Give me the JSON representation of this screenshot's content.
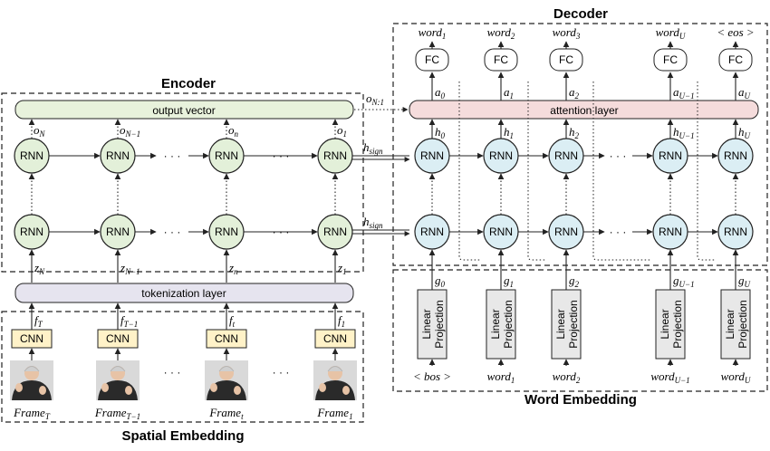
{
  "titles": {
    "encoder": "Encoder",
    "decoder": "Decoder",
    "spatial": "Spatial Embedding",
    "word_embedding": "Word Embedding"
  },
  "blocks": {
    "output_vector": "output vector",
    "attention_layer": "attention layer",
    "tokenization_layer": "tokenization layer",
    "rnn": "RNN",
    "cnn": "CNN",
    "fc": "FC",
    "linear_projection_line1": "Linear",
    "linear_projection_line2": "Projection"
  },
  "encoder": {
    "outputs": [
      {
        "base": "o",
        "sub": "N"
      },
      {
        "base": "o",
        "sub": "N−1"
      },
      {
        "base": "o",
        "sub": "n"
      },
      {
        "base": "o",
        "sub": "1"
      }
    ],
    "z": [
      {
        "base": "z",
        "sub": "N"
      },
      {
        "base": "z",
        "sub": "N−1"
      },
      {
        "base": "z",
        "sub": "n"
      },
      {
        "base": "z",
        "sub": "1"
      }
    ],
    "f": [
      {
        "base": "f",
        "sub": "T"
      },
      {
        "base": "f",
        "sub": "T−1"
      },
      {
        "base": "f",
        "sub": "t"
      },
      {
        "base": "f",
        "sub": "1"
      }
    ],
    "frames": [
      {
        "base": "Frame",
        "sub": "T"
      },
      {
        "base": "Frame",
        "sub": "T−1"
      },
      {
        "base": "Frame",
        "sub": "t"
      },
      {
        "base": "Frame",
        "sub": "1"
      }
    ],
    "ellipsis": "· · ·",
    "on1": {
      "base": "o",
      "sub": "N:1"
    },
    "hsign": {
      "base": "h",
      "sub": "sign"
    }
  },
  "decoder": {
    "words_top": [
      {
        "base": "word",
        "sub": "1"
      },
      {
        "base": "word",
        "sub": "2"
      },
      {
        "base": "word",
        "sub": "3"
      },
      {
        "base": "word",
        "sub": "U"
      },
      {
        "base": "< eos >",
        "sub": ""
      }
    ],
    "a": [
      {
        "base": "a",
        "sub": "0"
      },
      {
        "base": "a",
        "sub": "1"
      },
      {
        "base": "a",
        "sub": "2"
      },
      {
        "base": "a",
        "sub": "U−1"
      },
      {
        "base": "a",
        "sub": "U"
      }
    ],
    "h": [
      {
        "base": "h",
        "sub": "0"
      },
      {
        "base": "h",
        "sub": "1"
      },
      {
        "base": "h",
        "sub": "2"
      },
      {
        "base": "h",
        "sub": "U−1"
      },
      {
        "base": "h",
        "sub": "U"
      }
    ],
    "g": [
      {
        "base": "g",
        "sub": "0"
      },
      {
        "base": "g",
        "sub": "1"
      },
      {
        "base": "g",
        "sub": "2"
      },
      {
        "base": "g",
        "sub": "U−1"
      },
      {
        "base": "g",
        "sub": "U"
      }
    ],
    "words_bottom": [
      {
        "base": "< bos >",
        "sub": ""
      },
      {
        "base": "word",
        "sub": "1"
      },
      {
        "base": "word",
        "sub": "2"
      },
      {
        "base": "word",
        "sub": "U−1"
      },
      {
        "base": "word",
        "sub": "U"
      }
    ]
  },
  "colors": {
    "encoder_rnn_fill": "#e3f0d9",
    "decoder_rnn_fill": "#dbeef4",
    "output_vector_fill": "#e8f2dc",
    "attention_fill": "#f5dcdc",
    "tokenization_fill": "#e6e4ef",
    "cnn_fill": "#fff2c8",
    "projection_fill": "#e8e8e8",
    "stroke": "#222222"
  }
}
